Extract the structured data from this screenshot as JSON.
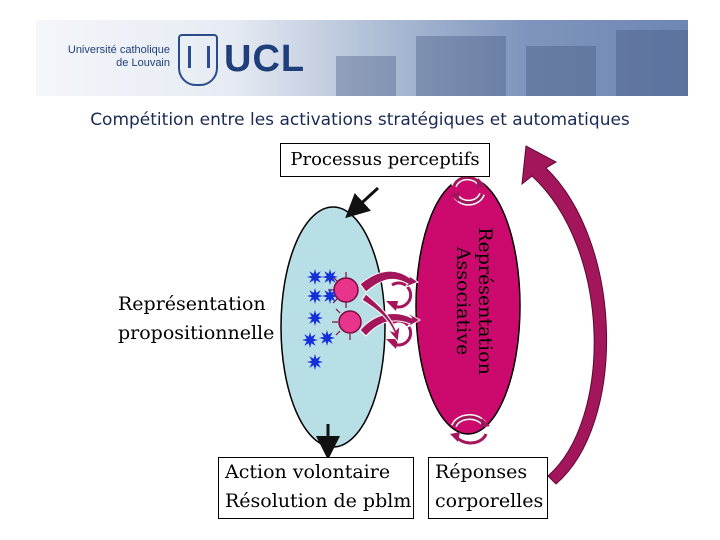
{
  "header": {
    "institution_line1": "Université catholique",
    "institution_line2": "de Louvain",
    "logo_acronym": "UCL"
  },
  "slide": {
    "subtitle": "Compétition entre les activations stratégiques et automatiques"
  },
  "diagram": {
    "box_top": "Processus perceptifs",
    "left_label_line1": "Représentation",
    "left_label_line2": "propositionnelle",
    "right_label_line1": "Représentation",
    "right_label_line2": "Associative",
    "bottom_left_line1": "Action volontaire",
    "bottom_left_line2": "Résolution de pblm",
    "bottom_right_line1": "Réponses",
    "bottom_right_line2": "corporelles"
  },
  "colors": {
    "left_ellipse": "#b9dfe6",
    "right_ellipse": "#cc0a6e",
    "arrow_fill": "#a3165c",
    "node_fill": "#e8348a",
    "star_fill": "#1530d8"
  }
}
